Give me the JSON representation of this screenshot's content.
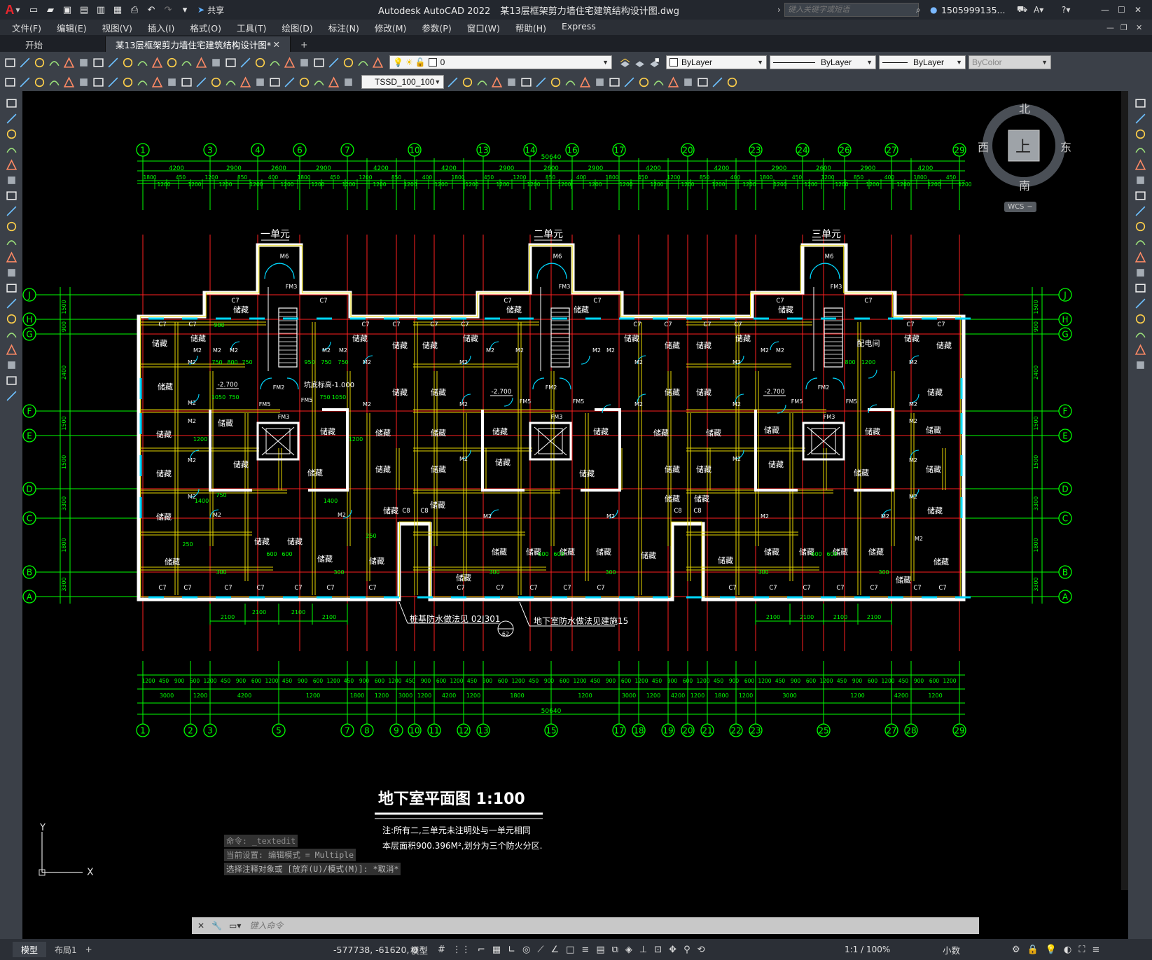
{
  "app": {
    "title": "Autodesk AutoCAD 2022",
    "document": "某13层框架剪力墙住宅建筑结构设计图.dwg",
    "share_label": "共享",
    "search_placeholder": "键入关键字或短语",
    "user": "1505999135...",
    "accent": "#e8262d"
  },
  "menu": [
    "文件(F)",
    "编辑(E)",
    "视图(V)",
    "插入(I)",
    "格式(O)",
    "工具(T)",
    "绘图(D)",
    "标注(N)",
    "修改(M)",
    "参数(P)",
    "窗口(W)",
    "帮助(H)",
    "Express"
  ],
  "tabs": {
    "start": "开始",
    "active": "某13层框架剪力墙住宅建筑结构设计图*",
    "plus": "+"
  },
  "toolbar": {
    "layer_value": "0",
    "linetype_label": "ByLayer",
    "lineweight_label": "ByLayer",
    "color_label": "ByLayer",
    "plot_label": "ByColor",
    "textstyle": "TSSD_100_100"
  },
  "viewcube": {
    "north": "北",
    "south": "南",
    "east": "东",
    "west": "西",
    "top": "上",
    "wcs": "WCS"
  },
  "drawing": {
    "title": "地下室平面图 1:100",
    "note1": "注:所有二,三单元未注明处与一单元相同",
    "note2": "本层面积900.396M²,划分为三个防火分区.",
    "units": [
      "一单元",
      "二单元",
      "三单元"
    ],
    "total_dim": "50640",
    "callout1": "桩基防水做法见 02J301",
    "callout2": "地下室防水做法见建施15",
    "callout_circle": "62",
    "room_label": "储藏",
    "power_room": "配电间",
    "elev1": "-2.700",
    "pit": "坑底标高-1.000",
    "top_axes": [
      "1",
      "3",
      "4",
      "6",
      "7",
      "10",
      "13",
      "14",
      "16",
      "17",
      "20",
      "23",
      "24",
      "26",
      "27",
      "29"
    ],
    "bottom_axes": [
      "1",
      "2",
      "3",
      "5",
      "7",
      "8",
      "9",
      "10",
      "11",
      "12",
      "13",
      "15",
      "17",
      "18",
      "19",
      "20",
      "21",
      "22",
      "23",
      "25",
      "27",
      "28",
      "29"
    ],
    "left_axes": [
      "J",
      "H",
      "G",
      "F",
      "E",
      "D",
      "C",
      "B",
      "A"
    ],
    "right_axes": [
      "J",
      "H",
      "G",
      "F",
      "E",
      "D",
      "C",
      "B",
      "A"
    ]
  },
  "command": {
    "history": [
      "命令: _textedit",
      "当前设置: 编辑模式 = Multiple",
      "选择注释对象或 [放弃(U)/模式(M)]: *取消*"
    ],
    "placeholder": "键入命令"
  },
  "status": {
    "model_tab": "模型",
    "layout_tab": "布局1",
    "coords": "-577738, -61620, 0",
    "model_space": "模型",
    "scale": "1:1 / 100%",
    "units": "小数"
  }
}
